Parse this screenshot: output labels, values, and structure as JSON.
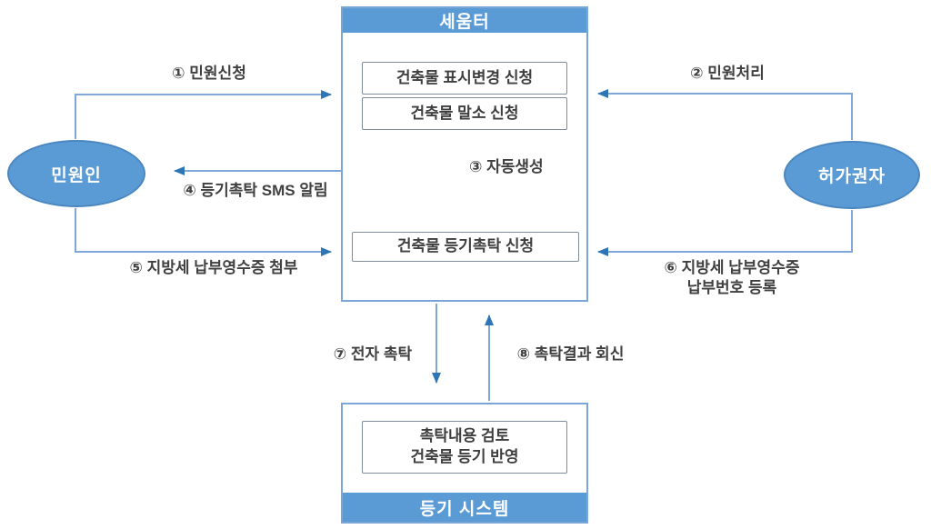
{
  "colors": {
    "accent_blue": "#5b9bd5",
    "ellipse_border_blue": "#4a86c0",
    "box_border_blue": "#7ba7d7",
    "line_blue": "#7fa8d9",
    "arrowhead_blue": "#2e75b6",
    "inner_box_border_gray": "#7f8c99",
    "text_dark": "#404040"
  },
  "actors": {
    "petitioner": "민원인",
    "authority": "허가권자"
  },
  "seumter": {
    "header": "세움터",
    "boxes": [
      "건축물 표시변경 신청",
      "건축물 말소 신청",
      "건축물 등기촉탁 신청"
    ]
  },
  "registry": {
    "box": "촉탁내용 검토\n건축물 등기 반영",
    "footer": "등기 시스템"
  },
  "arrows": [
    {
      "label": "① 민원신청"
    },
    {
      "label": "② 민원처리"
    },
    {
      "label": "③ 자동생성"
    },
    {
      "label": "④ 등기촉탁 SMS 알림"
    },
    {
      "label": "⑤ 지방세 납부영수증 첨부"
    },
    {
      "label": "⑥ 지방세 납부영수증\n납부번호 등록"
    },
    {
      "label": "⑦ 전자 촉탁"
    },
    {
      "label": "⑧ 촉탁결과 회신"
    }
  ]
}
